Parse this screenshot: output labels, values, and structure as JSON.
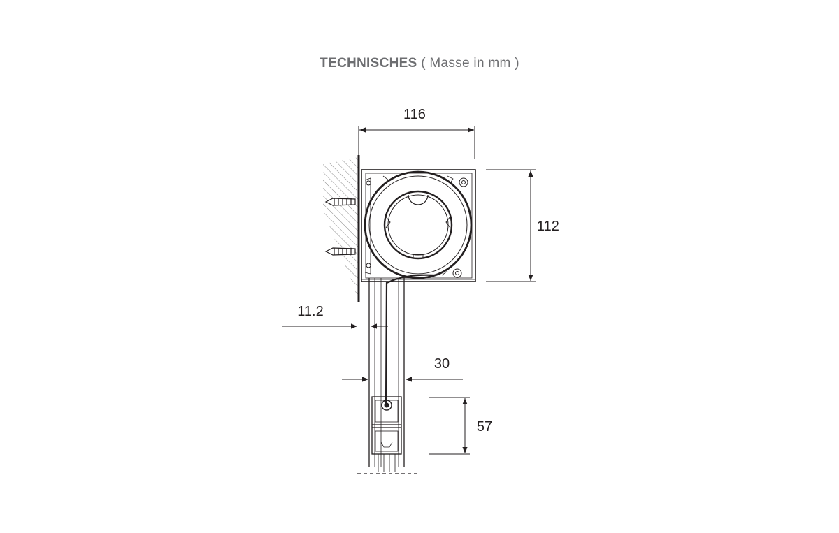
{
  "title": {
    "bold": "TECHNISCHES",
    "rest": "( Masse in mm )"
  },
  "dimensions": {
    "width_top": "116",
    "height_box": "112",
    "offset_left": "11.2",
    "rail_width": "30",
    "bottom_height": "57"
  },
  "colors": {
    "line": "#231f20",
    "title": "#6d6e71",
    "hatch": "#8a8a8a"
  }
}
